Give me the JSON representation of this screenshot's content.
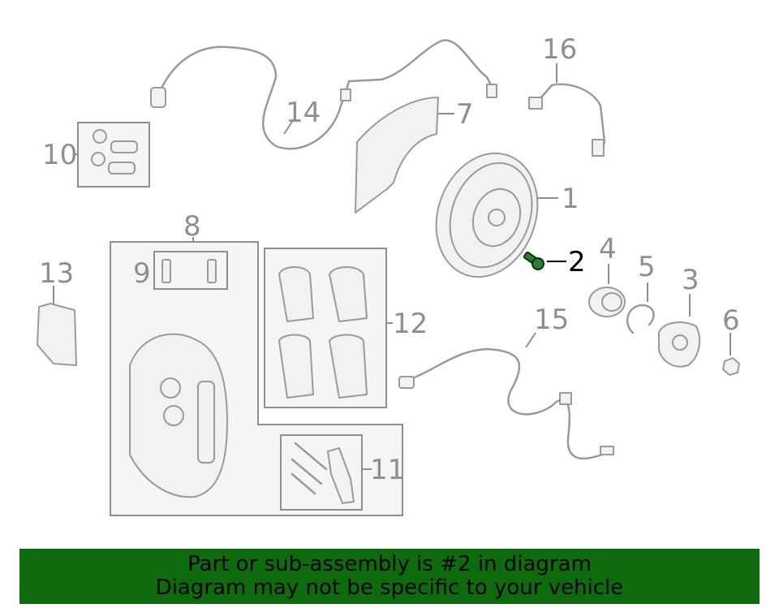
{
  "callouts": {
    "c1": "1",
    "c2": "2",
    "c3": "3",
    "c4": "4",
    "c5": "5",
    "c6": "6",
    "c7": "7",
    "c8": "8",
    "c9": "9",
    "c10": "10",
    "c11": "11",
    "c12": "12",
    "c13": "13",
    "c14": "14",
    "c15": "15",
    "c16": "16"
  },
  "highlighted_part": "2",
  "banner": {
    "line1": "Part or sub-assembly is #2 in diagram",
    "line2": "Diagram may not be specific to your vehicle",
    "background_color": "#0d6b0d"
  },
  "colors": {
    "highlight": "#2e7d32",
    "line": "#9a9a9a"
  }
}
